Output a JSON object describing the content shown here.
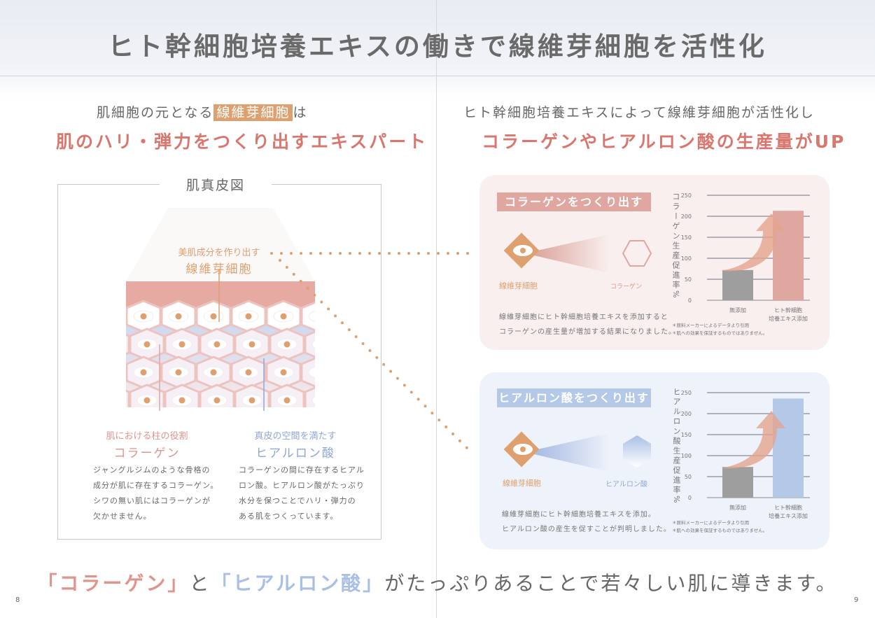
{
  "title": "ヒト幹細胞培養エキスの働きで線維芽細胞を活性化",
  "left": {
    "sub1_pre": "肌細胞の元となる",
    "sub1_highlight": "線維芽細胞",
    "sub1_post": "は",
    "sub2": "肌のハリ・弾力をつくり出すエキスパート",
    "diagram": {
      "title": "肌真皮図",
      "fibro_caption": "美肌成分を作り出す",
      "fibro_name": "線維芽細胞",
      "collagen_caption": "肌における柱の役割",
      "collagen_name": "コラーゲン",
      "collagen_text": [
        "ジャングルジムのような骨格の",
        "成分が肌に存在するコラーゲン。",
        "シワの無い肌にはコラーゲンが",
        "欠かせません。"
      ],
      "hyaluronic_caption": "真皮の空間を満たす",
      "hyaluronic_name": "ヒアルロン酸",
      "hyaluronic_text": [
        "コラーゲンの間に存在するヒアル",
        "ロン酸。ヒアルロン酸がたっぷり",
        "水分を保つことでハリ・弾力の",
        "ある肌をつくっています。"
      ]
    }
  },
  "right": {
    "sub1": "ヒト幹細胞培養エキスによって線維芽細胞が活性化し",
    "sub2": "コラーゲンやヒアルロン酸の生産量がUP"
  },
  "cards": [
    {
      "heading": "コラーゲンをつくり出す",
      "from_label": "線維芽細胞",
      "to_label": "コラーゲン",
      "text": [
        "線維芽細胞にヒト幹細胞培養エキスを添加すると",
        "コラーゲンの産生量が増加する結果になりました。"
      ],
      "notes": [
        "＊原料メーカーによるデータより引用",
        "＊肌への効果を保証するものではありません。"
      ]
    },
    {
      "heading": "ヒアルロン酸をつくり出す",
      "from_label": "線維芽細胞",
      "to_label": "ヒアルロン酸",
      "text": [
        "線維芽細胞にヒト幹細胞培養エキスを添加。",
        "ヒアルロン酸の産生を促すことが判明しました。"
      ],
      "notes": [
        "＊原料メーカーによるデータより引用",
        "＊肌への効果を保証するものではありません。"
      ]
    }
  ],
  "chart_data": [
    {
      "type": "bar",
      "title": "",
      "ylabel": "コラーゲン生産促進率%",
      "xlabel": "",
      "ylim": [
        0,
        250
      ],
      "yticks": [
        0,
        50,
        100,
        150,
        200,
        250
      ],
      "categories": [
        "無添加",
        "ヒト幹細胞\n培養エキス添加"
      ],
      "values": [
        72,
        213
      ],
      "colors": [
        "#9e9e9e",
        "#e0a6a0"
      ],
      "grid": true
    },
    {
      "type": "bar",
      "title": "",
      "ylabel": "ヒアルロン酸生産促進率%",
      "xlabel": "",
      "ylim": [
        0,
        250
      ],
      "yticks": [
        0,
        50,
        100,
        150,
        200,
        250
      ],
      "categories": [
        "無添加",
        "ヒト幹細胞\n培養エキス添加"
      ],
      "values": [
        73,
        236
      ],
      "colors": [
        "#9e9e9e",
        "#b4c9e8"
      ],
      "grid": true
    }
  ],
  "footer": {
    "q1": "「コラーゲン」",
    "mid": "と",
    "q2": "「ヒアルロン酸」",
    "post": "がたっぷりあることで若々しい肌に導きます。"
  },
  "pages": {
    "left": "8",
    "right": "9"
  },
  "colors": {
    "orange": "#dfa06f",
    "pink": "#d9766d",
    "blue": "#8fa6d8"
  }
}
